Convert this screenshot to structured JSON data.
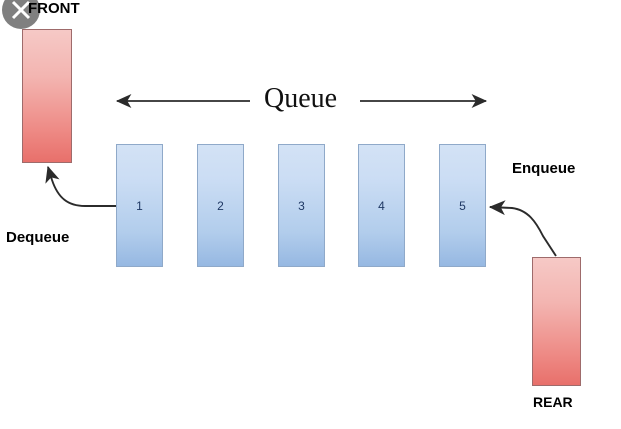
{
  "diagram": {
    "title_label": "Queue",
    "background": "#ffffff",
    "front": {
      "label": "FRONT",
      "box_color": "#ee8b86",
      "box_border": "#9e6b6b"
    },
    "rear": {
      "label": "REAR",
      "box_color": "#ee8b86",
      "box_border": "#9e6b6b"
    },
    "operations": {
      "dequeue_label": "Dequeue",
      "enqueue_label": "Enqueue"
    },
    "queue_elements": [
      {
        "value": "1"
      },
      {
        "value": "2"
      },
      {
        "value": "3"
      },
      {
        "value": "4"
      },
      {
        "value": "5"
      }
    ],
    "element_style": {
      "fill_top": "#d3e2f5",
      "fill_bottom": "#96b8e2",
      "border": "#8fa9c9",
      "text_color": "#1f3864"
    },
    "connectors": {
      "arrow_color": "#2b2b2b",
      "queue_span_arrow": "double-headed",
      "dequeue_arrow": "curved-left-up",
      "enqueue_arrow": "curved-right-up"
    },
    "watermark": {
      "icon": "close-circle-icon",
      "circle_color": "#808080",
      "mark_color": "#ffffff"
    }
  }
}
